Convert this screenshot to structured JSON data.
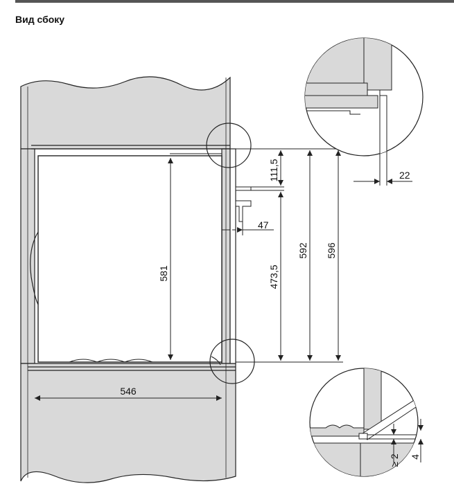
{
  "title": "Вид сбоку",
  "dimensions": {
    "d581": "581",
    "d546": "546",
    "d111_5": "111,5",
    "d473_5": "473,5",
    "d592": "592",
    "d596": "596",
    "d47": "47",
    "d22": "22",
    "d2": "≥ 2",
    "d4": "4"
  },
  "colors": {
    "cabinet": "#d9d9d9",
    "outline": "#222222",
    "interior": "#ffffff"
  }
}
